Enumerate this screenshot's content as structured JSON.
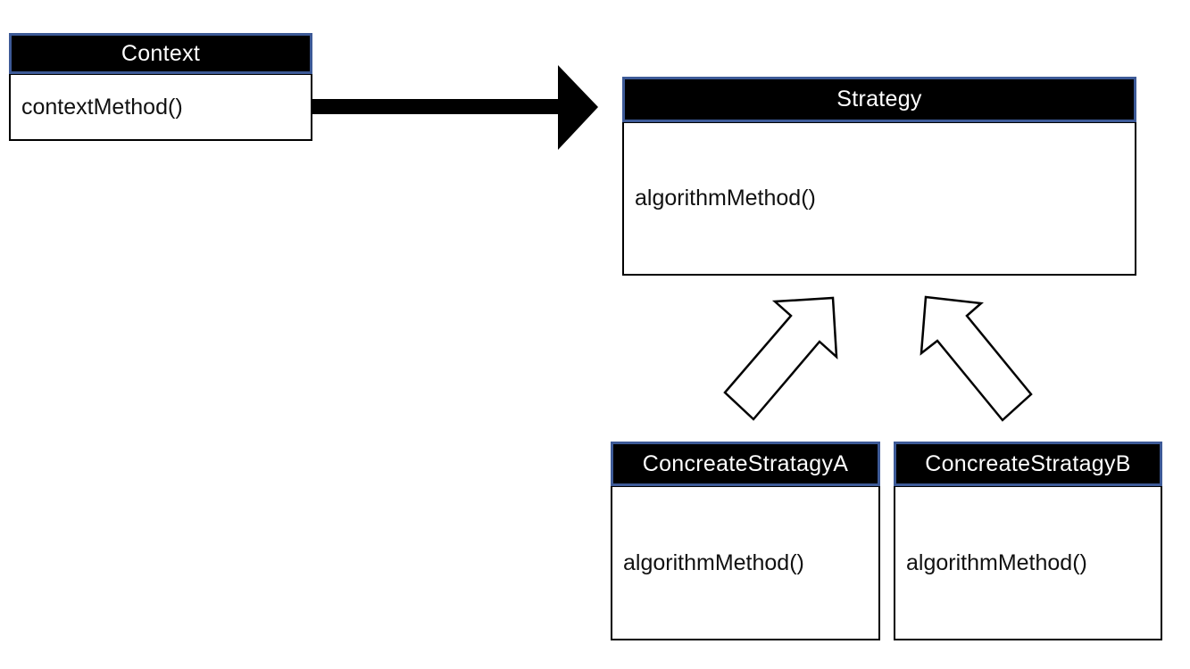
{
  "diagram": {
    "pattern_name": "Strategy",
    "boxes": {
      "context": {
        "title": "Context",
        "method": "contextMethod()"
      },
      "strategy": {
        "title": "Strategy",
        "method": "algorithmMethod()"
      },
      "concreteA": {
        "title": "ConcreateStratagyA",
        "method": "algorithmMethod()"
      },
      "concreteB": {
        "title": "ConcreateStratagyB",
        "method": "algorithmMethod()"
      }
    },
    "relations": [
      {
        "from": "Context",
        "to": "Strategy",
        "arrow_style": "solid-filled-right-arrow"
      },
      {
        "from": "ConcreateStratagyA",
        "to": "Strategy",
        "arrow_style": "outlined-up-right-arrow"
      },
      {
        "from": "ConcreateStratagyB",
        "to": "Strategy",
        "arrow_style": "outlined-up-left-arrow"
      }
    ],
    "colors": {
      "background": "#ffffff",
      "class_header_fill": "#000000",
      "class_header_text": "#ffffff",
      "class_header_border": "#3d5a97",
      "class_body_fill": "#ffffff",
      "class_body_border": "#000000",
      "class_body_text": "#111111",
      "solid_arrow_fill": "#000000",
      "outlined_arrow_fill": "#ffffff",
      "outlined_arrow_stroke": "#000000"
    }
  }
}
